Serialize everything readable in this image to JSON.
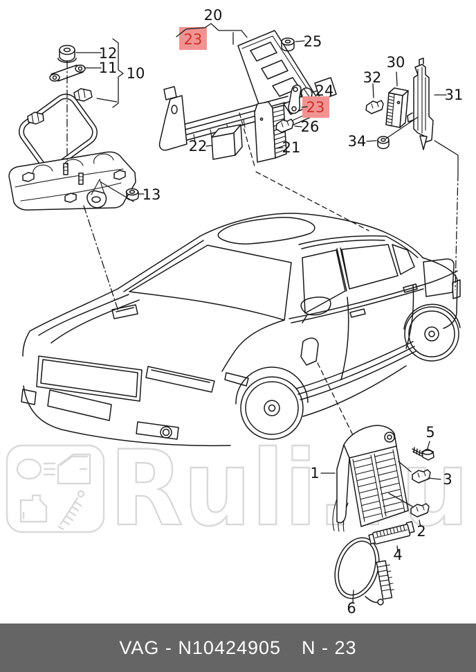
{
  "colors": {
    "line": "#161616",
    "highlight_bg": "#f29391",
    "highlight_text": "#c5302c",
    "watermark": "#d9d9d9",
    "footer_bg": "#656565",
    "footer_text": "#ffffff"
  },
  "watermark": {
    "text": "Ruli.ru",
    "icons": [
      "headlight-icon",
      "car-door-icon",
      "oil-canister-icon",
      "shock-absorber-icon"
    ]
  },
  "callouts": {
    "n1": "1",
    "n2": "2",
    "n3": "3",
    "n4": "4",
    "n5": "5",
    "n6": "6",
    "n10": "10",
    "n11": "11",
    "n12": "12",
    "n13": "13",
    "n20": "20",
    "n21": "21",
    "n22": "22",
    "n23a": "23",
    "n23b": "23",
    "n24": "24",
    "n25": "25",
    "n26": "26",
    "n30": "30",
    "n31": "31",
    "n32": "32",
    "n34": "34"
  },
  "footer": {
    "part_code": "VAG - N10424905",
    "page_code": "N - 23"
  }
}
